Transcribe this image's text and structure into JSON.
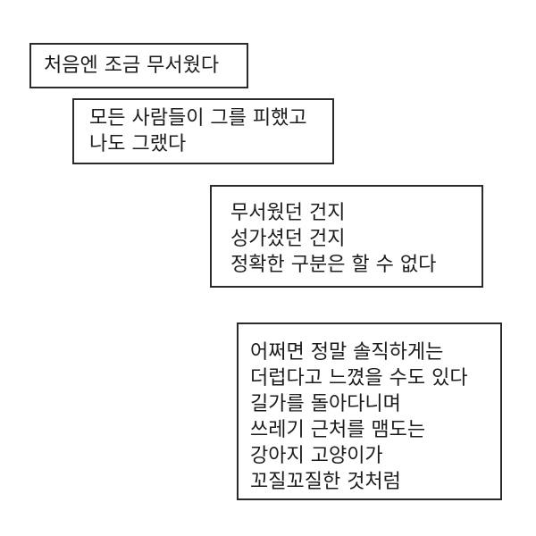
{
  "page": {
    "background_color": "#ffffff",
    "border_color": "#2b2b2b",
    "text_color": "#1c1c1c"
  },
  "panels": [
    {
      "name": "caption-1",
      "lines": [
        "처음엔 조금 무서웠다"
      ]
    },
    {
      "name": "caption-2",
      "lines": [
        "모든 사람들이 그를 피했고",
        "나도 그랬다"
      ]
    },
    {
      "name": "caption-3",
      "lines": [
        "무서웠던 건지",
        "성가셨던 건지",
        "정확한 구분은 할 수 없다"
      ]
    },
    {
      "name": "caption-4",
      "lines": [
        "어쩌면 정말 솔직하게는",
        "더럽다고 느꼈을 수도 있다",
        "길가를 돌아다니며",
        "쓰레기 근처를 맴도는",
        "강아지 고양이가",
        "꼬질꼬질한 것처럼"
      ]
    }
  ]
}
